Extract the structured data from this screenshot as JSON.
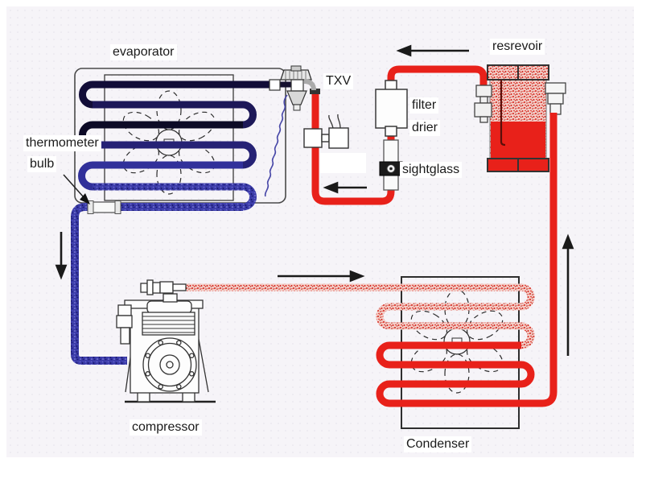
{
  "diagram": {
    "type": "refrigeration-cycle-diagram",
    "labels": {
      "evaporator": "evaporator",
      "thermometer_bulb": [
        "thermometer",
        "bulb"
      ],
      "txv": "TXV",
      "filter_drier": [
        "filter",
        "drier"
      ],
      "sightglass": "sightglass",
      "reservoir": "resrevoir",
      "compressor": "compressor",
      "condenser": "Condenser"
    },
    "colors": {
      "liquid_line_red": "#e8211a",
      "hot_gas_speckle_red": "#d81f15",
      "evaporator_inlet_navy": "#120d38",
      "suction_blue": "#3a3aa8",
      "outline": "#333333",
      "canvas": "#f6f4f8"
    },
    "flow_arrows": [
      {
        "name": "reservoir-to-filter-drier",
        "direction": "left"
      },
      {
        "name": "sightglass-to-txv",
        "direction": "left"
      },
      {
        "name": "compressor-to-condenser",
        "direction": "right"
      },
      {
        "name": "evaporator-to-compressor",
        "direction": "down"
      },
      {
        "name": "condenser-to-reservoir",
        "direction": "up"
      }
    ]
  }
}
